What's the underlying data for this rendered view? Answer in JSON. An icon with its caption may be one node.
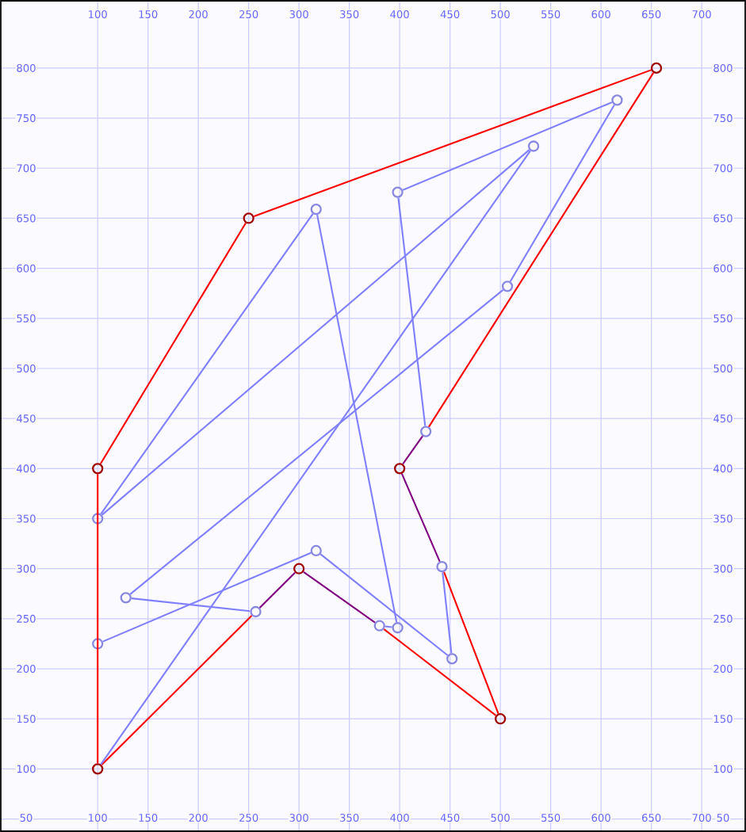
{
  "diagram": {
    "nodes": [
      {
        "text": [],
        "shape": "circle"
      },
      {
        "text": [],
        "shape": "circle"
      },
      {
        "text": [],
        "shape": "circle"
      },
      {
        "text": [],
        "shape": "circle"
      },
      {
        "text": [],
        "shape": "circle"
      },
      {
        "text": [],
        "shape": "circle"
      },
      {
        "text": [],
        "shape": "circle"
      },
      {
        "text": [],
        "shape": "circle"
      },
      {
        "text": [],
        "shape": "circle"
      },
      {
        "text": [],
        "shape": "circle"
      },
      {
        "text": [],
        "shape": "circle"
      },
      {
        "text": [],
        "shape": "circle"
      },
      {
        "text": [],
        "shape": "circle"
      },
      {
        "text": [],
        "shape": "circle"
      },
      {
        "text": [],
        "shape": "circle"
      },
      {
        "text": [],
        "shape": "circle"
      },
      {
        "text": [],
        "shape": "circle"
      },
      {
        "text": [],
        "shape": "circle"
      },
      {
        "text": [],
        "shape": "circle"
      },
      {
        "text": [],
        "shape": "circle"
      },
      {
        "text": [],
        "shape": "circle"
      },
      {
        "text": [],
        "shape": "circle"
      }
    ],
    "edges": [
      {
        "from": 21,
        "to": 8,
        "arrow": "none",
        "color": "#ff0000"
      },
      {
        "from": 8,
        "to": 5,
        "arrow": "none",
        "color": "#ff0000"
      },
      {
        "from": 5,
        "to": 0,
        "arrow": "none",
        "color": "#ff0000"
      },
      {
        "from": 0,
        "to": 7,
        "arrow": "none",
        "color": "#ff0000"
      },
      {
        "from": 7,
        "to": 9,
        "arrow": "none",
        "color": "#800080"
      },
      {
        "from": 9,
        "to": 12,
        "arrow": "none",
        "color": "#800080"
      },
      {
        "from": 12,
        "to": 20,
        "arrow": "none",
        "color": "#ff0000"
      },
      {
        "from": 20,
        "to": 16,
        "arrow": "none",
        "color": "#ff0000"
      },
      {
        "from": 16,
        "to": 13,
        "arrow": "none",
        "color": "#800080"
      },
      {
        "from": 13,
        "to": 15,
        "arrow": "none",
        "color": "#800080"
      },
      {
        "from": 15,
        "to": 21,
        "arrow": "none",
        "color": "#ff0000"
      },
      {
        "from": 7,
        "to": 3,
        "arrow": "none"
      },
      {
        "from": 3,
        "to": 1,
        "arrow": "none"
      },
      {
        "from": 1,
        "to": 6,
        "arrow": "none"
      },
      {
        "from": 6,
        "to": 14,
        "arrow": "none"
      },
      {
        "from": 14,
        "to": 15,
        "arrow": "none"
      },
      {
        "from": 12,
        "to": 19,
        "arrow": "none"
      },
      {
        "from": 19,
        "to": 11,
        "arrow": "none"
      },
      {
        "from": 11,
        "to": 18,
        "arrow": "none"
      },
      {
        "from": 16,
        "to": 17,
        "arrow": "none"
      },
      {
        "from": 17,
        "to": 4,
        "arrow": "none"
      },
      {
        "from": 4,
        "to": 10,
        "arrow": "none"
      },
      {
        "from": 10,
        "to": 2,
        "arrow": "none"
      },
      {
        "from": 2,
        "to": 21,
        "arrow": "none"
      }
    ],
    "labels": [
      "100",
      "150",
      "200",
      "250",
      "300",
      "350",
      "400",
      "450",
      "500",
      "550",
      "600",
      "650",
      "700",
      "800",
      "800",
      "750",
      "750",
      "700",
      "700",
      "650",
      "650",
      "600",
      "600",
      "550",
      "550",
      "500",
      "500",
      "450",
      "450",
      "400",
      "400",
      "350",
      "350",
      "300",
      "300",
      "250",
      "250",
      "200",
      "200",
      "150",
      "150",
      "100",
      "100",
      "50",
      "100",
      "150",
      "200",
      "250",
      "300",
      "350",
      "400",
      "450",
      "500",
      "550",
      "600",
      "650",
      "700",
      "50"
    ]
  }
}
